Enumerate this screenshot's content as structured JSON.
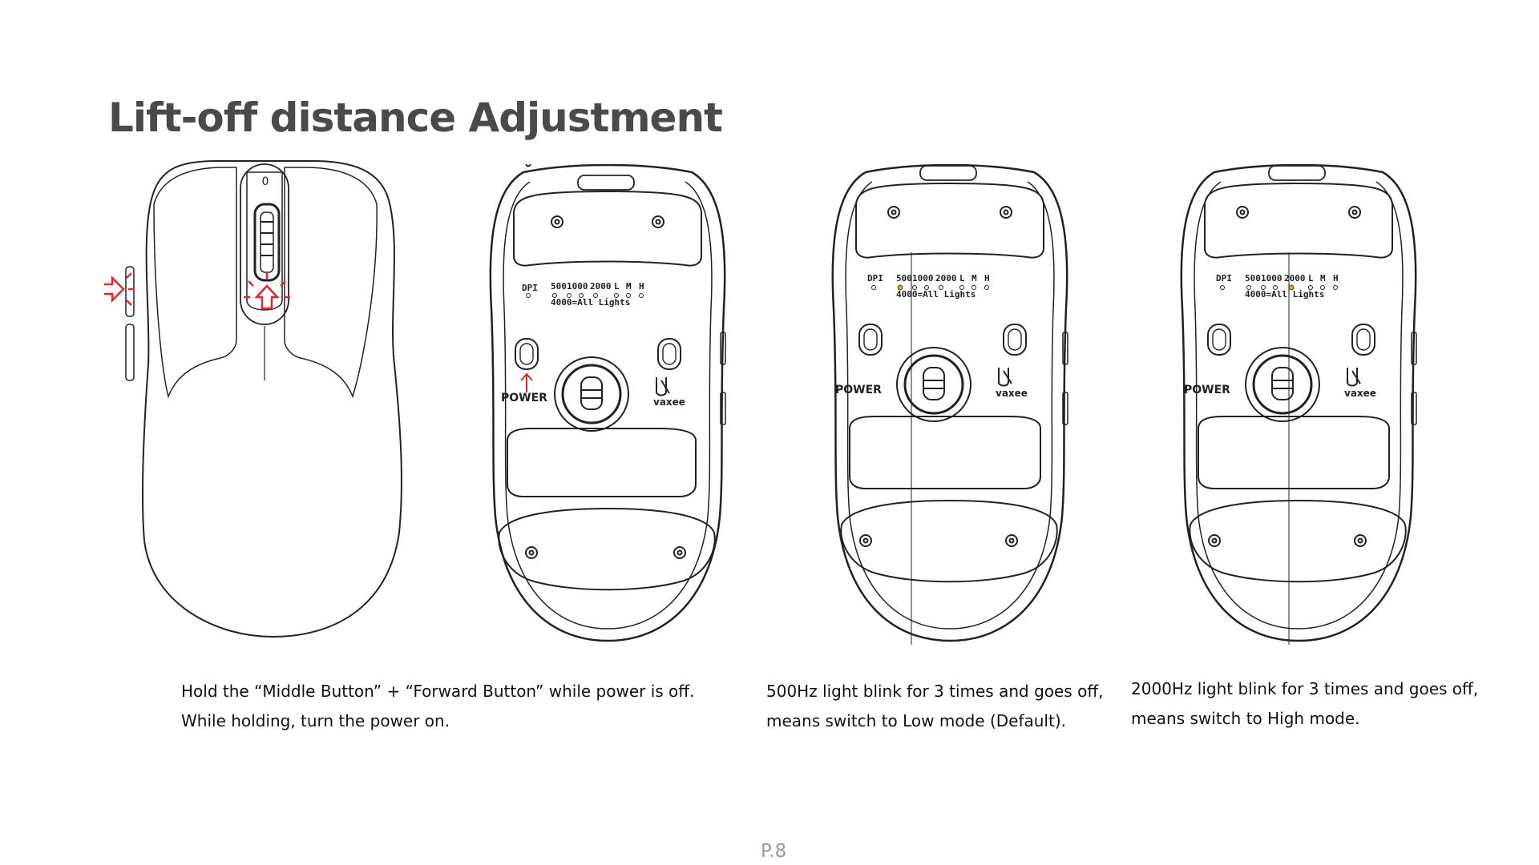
{
  "title": "Lift-off distance Adjustment",
  "figures": {
    "label_dpi": "DPI",
    "label_500": "500",
    "label_1000": "1000",
    "label_2000": "2000",
    "label_l": "L",
    "label_m": "M",
    "label_h": "H",
    "label_all": "4000=All Lights",
    "label_power": "POWER",
    "label_brand": "vaxee",
    "top_mark": "0"
  },
  "captions": {
    "step1": {
      "line1": "Hold the “Middle Button” + “Forward Button” while power is off.",
      "line2": "While holding, turn the power on."
    },
    "step2": {
      "line1": "500Hz light blink for 3 times and goes off,",
      "line2": "means switch to Low mode (Default)."
    },
    "step3": {
      "line1": "2000Hz light blink for 3 times and goes off,",
      "line2": "means switch to High mode."
    }
  },
  "page_number": "P.8",
  "colors": {
    "accent": "#e0262b",
    "led": "#e3a31a",
    "line": "#222222"
  }
}
